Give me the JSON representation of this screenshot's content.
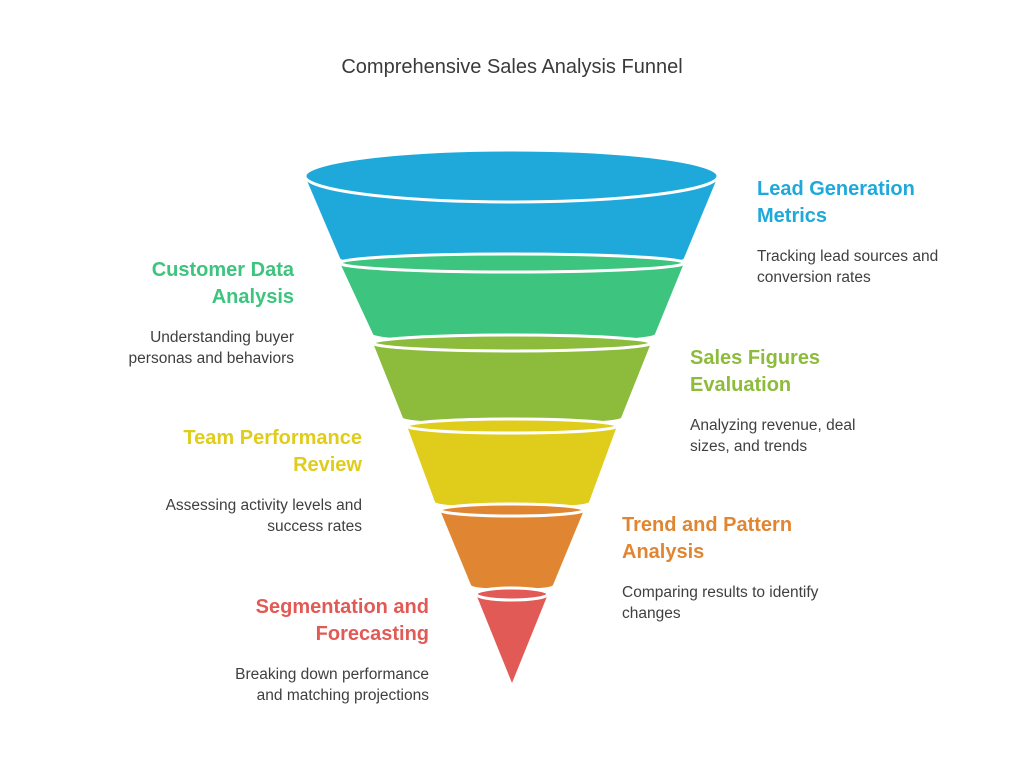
{
  "title": "Comprehensive Sales Analysis Funnel",
  "stages": [
    {
      "heading": "Lead Generation Metrics",
      "description": "Tracking lead sources and conversion rates",
      "color": "#1fa9db"
    },
    {
      "heading": "Customer Data Analysis",
      "description": "Understanding buyer personas and behaviors",
      "color": "#3dc47e"
    },
    {
      "heading": "Sales Figures Evaluation",
      "description": "Analyzing revenue, deal sizes, and trends",
      "color": "#8dbb3c"
    },
    {
      "heading": "Team Performance Review",
      "description": "Assessing activity levels and success rates",
      "color": "#e0cc1a"
    },
    {
      "heading": "Trend and Pattern Analysis",
      "description": "Comparing results to identify changes",
      "color": "#e08632"
    },
    {
      "heading": "Segmentation and Forecasting",
      "description": "Breaking down performance and matching projections",
      "color": "#e25a55"
    }
  ]
}
